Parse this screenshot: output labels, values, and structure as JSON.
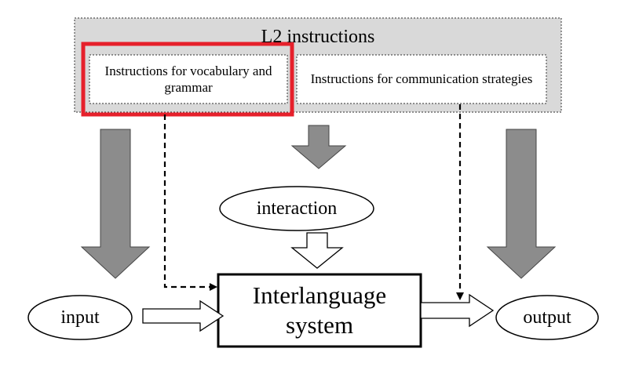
{
  "diagram": {
    "l2_group": {
      "title": "L2 instructions"
    },
    "vocab_box": {
      "text": "Instructions for vocabulary and grammar",
      "highlighted": true
    },
    "comm_box": {
      "text": "Instructions for communication strategies"
    },
    "interaction_node": {
      "text": "interaction"
    },
    "interlanguage_node": {
      "text": "Interlanguage system"
    },
    "input_node": {
      "text": "input"
    },
    "output_node": {
      "text": "output"
    }
  },
  "colors": {
    "group_fill": "#d9d9d9",
    "big_arrow_fill": "#8c8c8c",
    "highlight": "#e6202b",
    "stroke": "#000000"
  }
}
